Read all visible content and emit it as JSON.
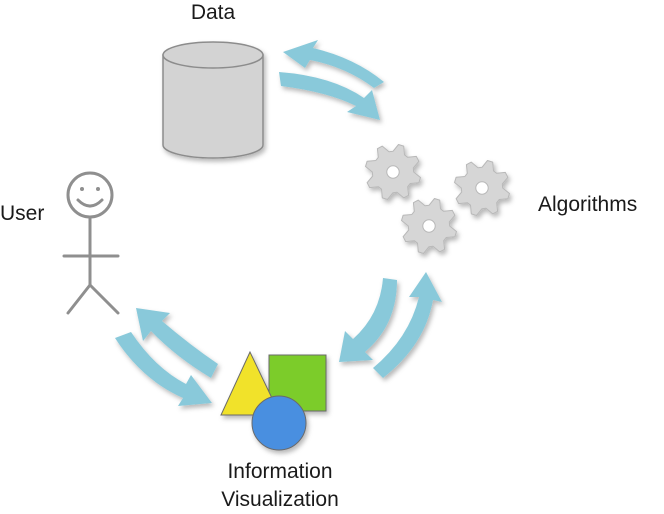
{
  "nodes": {
    "data": {
      "label": "Data",
      "icon": "database-cylinder-icon"
    },
    "algorithms": {
      "label": "Algorithms",
      "icon": "gears-icon"
    },
    "user": {
      "label": "User",
      "icon": "stick-figure-icon"
    },
    "visualization": {
      "label_line1": "Information",
      "label_line2": "Visualization",
      "icon": "shapes-icon"
    }
  },
  "colors": {
    "arrow": "#89c9da",
    "cylinder": "#d3d3d3",
    "cylinder_stroke": "#8c8c8c",
    "gear": "#d6d6d6",
    "figure": "#8f8f8f",
    "triangle": "#f1e22a",
    "square": "#7ccc2a",
    "circle": "#4a8fe0"
  }
}
